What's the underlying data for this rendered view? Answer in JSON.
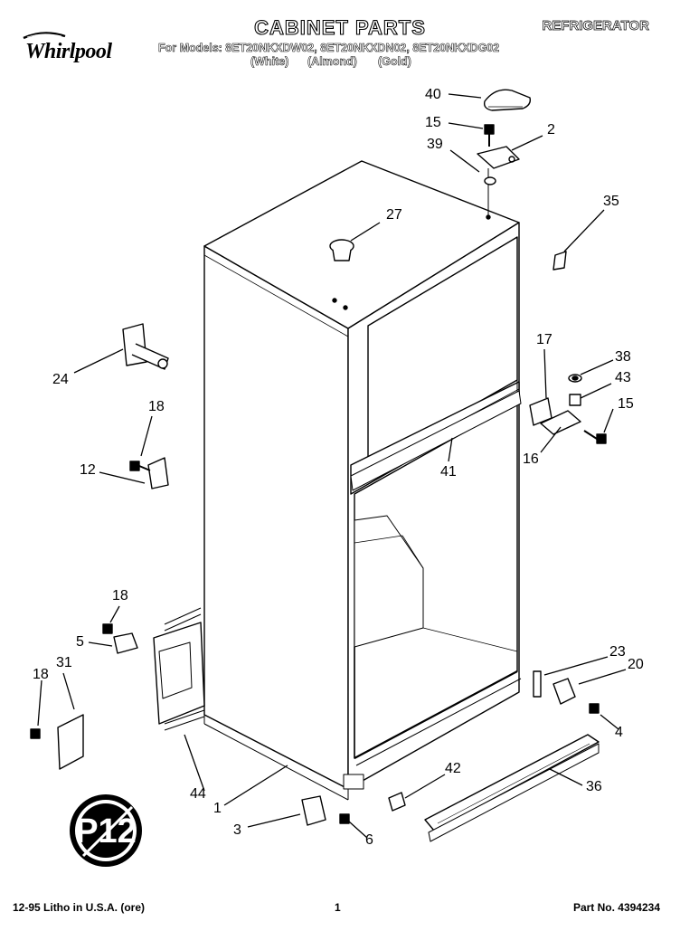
{
  "header": {
    "title": "CABINET PARTS",
    "category": "REFRIGERATOR",
    "brand": "Whirlpool",
    "models_line": "For Models: 8ET20NKXDW02, 8ET20NKXDN02, 8ET20NKXDG02",
    "colors": [
      "(White)",
      "(Almond)",
      "(Gold)"
    ]
  },
  "callouts": [
    "40",
    "15",
    "2",
    "39",
    "27",
    "35",
    "24",
    "18",
    "12",
    "17",
    "38",
    "43",
    "15",
    "16",
    "41",
    "18",
    "5",
    "31",
    "18",
    "23",
    "20",
    "4",
    "44",
    "1",
    "42",
    "36",
    "3",
    "6"
  ],
  "footer": {
    "left": "12-95 Litho in U.S.A. (ore)",
    "page": "1",
    "part_no": "Part No. 4394234"
  },
  "colors": {
    "ink": "#000000",
    "paper": "#ffffff"
  },
  "icons": [
    "whirlpool-logo",
    "p12-badge-icon"
  ]
}
